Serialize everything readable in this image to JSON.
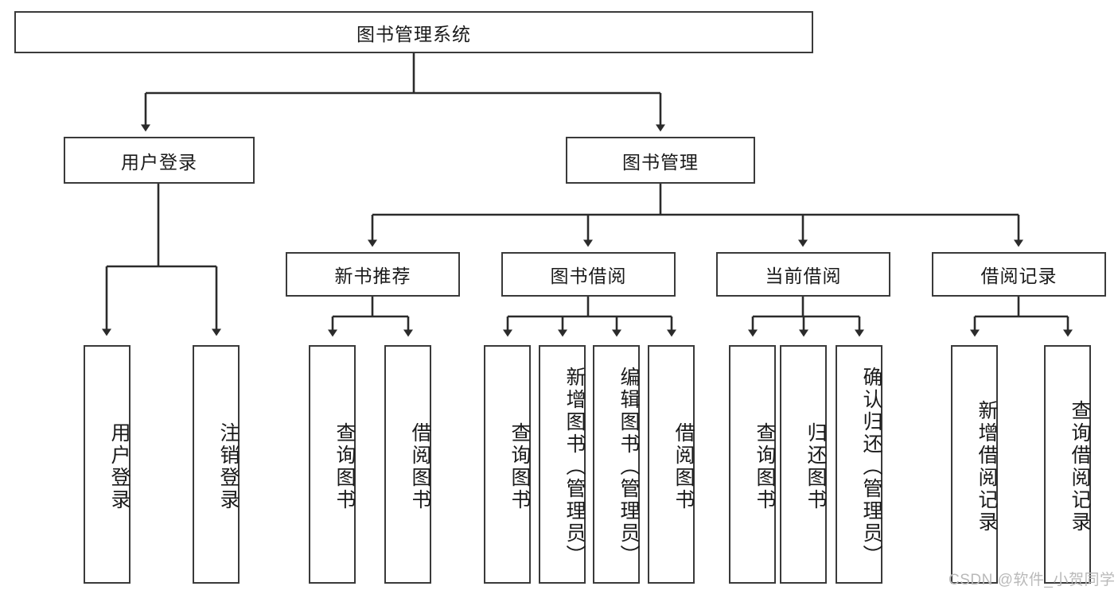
{
  "diagram": {
    "title": "图书管理系统",
    "type": "tree-hierarchy-diagram",
    "colors": {
      "box_border": "#3a3a3a",
      "box_fill": "#ffffff",
      "connector": "#2b2b2b",
      "text": "#1a1a1a",
      "watermark": "#b9b9b9",
      "background": "#ffffff"
    },
    "root": {
      "label": "图书管理系统"
    },
    "level2": [
      {
        "label": "用户登录"
      },
      {
        "label": "图书管理"
      }
    ],
    "level3": [
      {
        "label": "新书推荐"
      },
      {
        "label": "图书借阅"
      },
      {
        "label": "当前借阅"
      },
      {
        "label": "借阅记录"
      }
    ],
    "leaves": {
      "user_login": [
        {
          "label": "用户登录"
        },
        {
          "label": "注销登录"
        }
      ],
      "new_book_recommend": [
        {
          "label": "查询图书"
        },
        {
          "label": "借阅图书"
        }
      ],
      "book_borrow": [
        {
          "label": "查询图书"
        },
        {
          "label": "新增图书（管理员）"
        },
        {
          "label": "编辑图书（管理员）"
        },
        {
          "label": "借阅图书"
        }
      ],
      "current_borrow": [
        {
          "label": "查询图书"
        },
        {
          "label": "归还图书"
        },
        {
          "label": "确认归还（管理员）"
        }
      ],
      "borrow_record": [
        {
          "label": "新增借阅记录"
        },
        {
          "label": "查询借阅记录"
        }
      ]
    }
  },
  "watermark": {
    "text": "CSDN @软件_小贺同学"
  }
}
